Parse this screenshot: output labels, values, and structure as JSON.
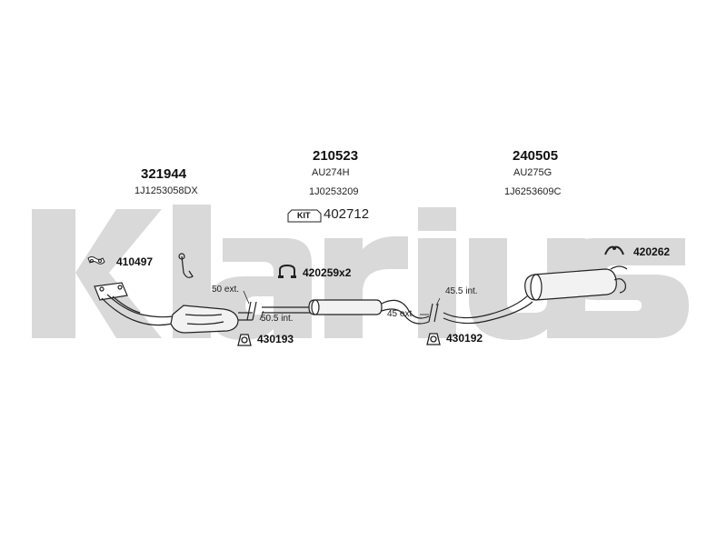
{
  "brand": {
    "watermark": "Klarius",
    "watermark_color": "#d9d9d9"
  },
  "parts": {
    "front": {
      "number": "321944",
      "oe": "1J1253058DX"
    },
    "middle": {
      "number": "210523",
      "code": "AU274H",
      "oe": "1J0253209"
    },
    "rear": {
      "number": "240505",
      "code": "AU275G",
      "oe": "1J6253609C"
    }
  },
  "kit": {
    "badge": "KIT",
    "number": "402712"
  },
  "fittings": {
    "gasket": "410497",
    "clamp": "420259x2",
    "hanger_left": "430193",
    "hanger_right": "430192",
    "rear_mount": "420262"
  },
  "dimensions": {
    "left_ext": "50 ext.",
    "left_int": "50.5 int.",
    "right_int": "45.5 int.",
    "right_ext": "45 ext."
  },
  "icons": {
    "kit_badge": "kit-badge-icon",
    "gasket": "gasket-icon",
    "clamp": "clamp-icon",
    "hanger": "rubber-hanger-icon",
    "mount": "rear-mount-icon"
  }
}
